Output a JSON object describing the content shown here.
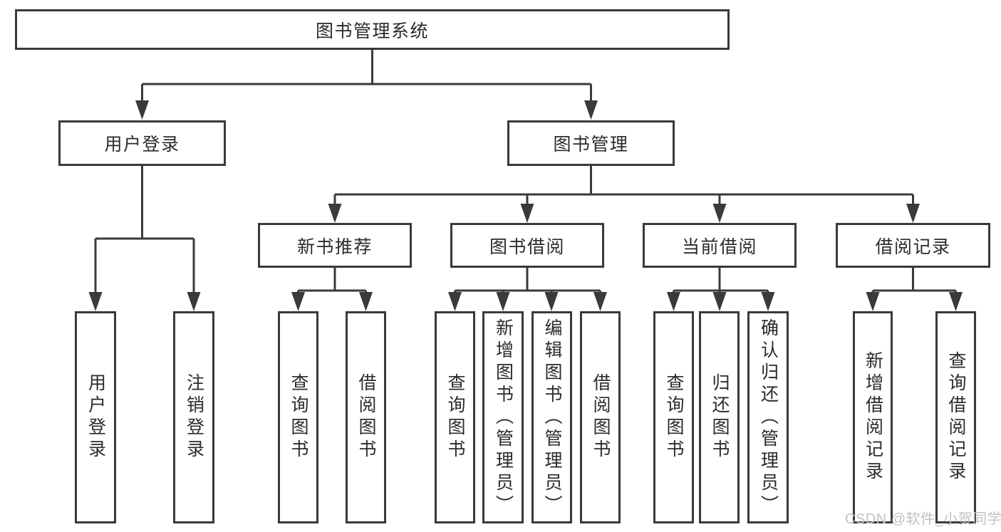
{
  "diagram_title": "图书管理系统",
  "tree": {
    "root": "图书管理系统",
    "children": [
      {
        "label": "用户登录",
        "children": [
          {
            "label": "用户登录"
          },
          {
            "label": "注销登录"
          }
        ]
      },
      {
        "label": "图书管理",
        "children": [
          {
            "label": "新书推荐",
            "children": [
              {
                "label": "查询图书"
              },
              {
                "label": "借阅图书"
              }
            ]
          },
          {
            "label": "图书借阅",
            "children": [
              {
                "label": "查询图书"
              },
              {
                "label": "新增图书（管理员）"
              },
              {
                "label": "编辑图书（管理员）"
              },
              {
                "label": "借阅图书"
              }
            ]
          },
          {
            "label": "当前借阅",
            "children": [
              {
                "label": "查询图书"
              },
              {
                "label": "归还图书"
              },
              {
                "label": "确认归还（管理员）"
              }
            ]
          },
          {
            "label": "借阅记录",
            "children": [
              {
                "label": "新增借阅记录"
              },
              {
                "label": "查询借阅记录"
              }
            ]
          }
        ]
      }
    ]
  },
  "watermark": {
    "text": "CSDN @软件_小贺同学"
  },
  "colors": {
    "line": "#3a3a3a",
    "text": "#2b2b2b",
    "background": "#ffffff",
    "watermark": "#c2c2c2"
  }
}
